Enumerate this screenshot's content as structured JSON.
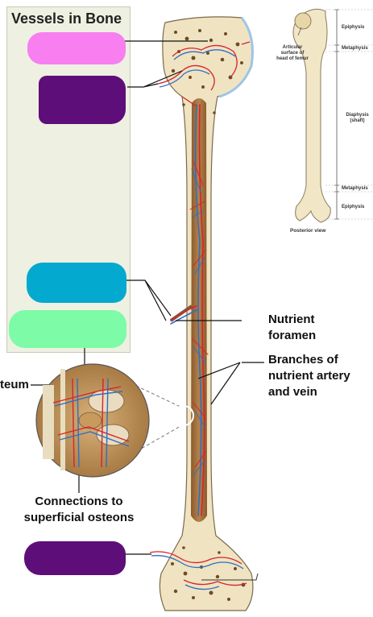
{
  "title": "Vessels in Bone",
  "labels": {
    "nutrient_foramen": [
      "Nutrient",
      "foramen"
    ],
    "branches": [
      "Branches of",
      "nutrient artery",
      "and vein"
    ],
    "periosteum_partial": "teum",
    "connections": [
      "Connections to",
      "superficial osteons"
    ]
  },
  "femur_inset": {
    "articular": [
      "Articular",
      "surface of",
      "head of femur"
    ],
    "epiphysis_top": "Epiphysis",
    "metaphysis_top": "Metaphysis",
    "diaphysis": [
      "Diaphysis",
      "(shaft)"
    ],
    "metaphysis_bottom": "Metaphysis",
    "epiphysis_bottom": "Epiphysis",
    "view": "Posterior view"
  },
  "colors": {
    "pink": "#f77ff0",
    "purple": "#5e0e79",
    "cyan": "#04a9d0",
    "green": "#7dfba6",
    "bone": "#efe3c2",
    "marrow": "#a8733e",
    "artery": "#d8242b",
    "vein": "#2f6fc3"
  }
}
